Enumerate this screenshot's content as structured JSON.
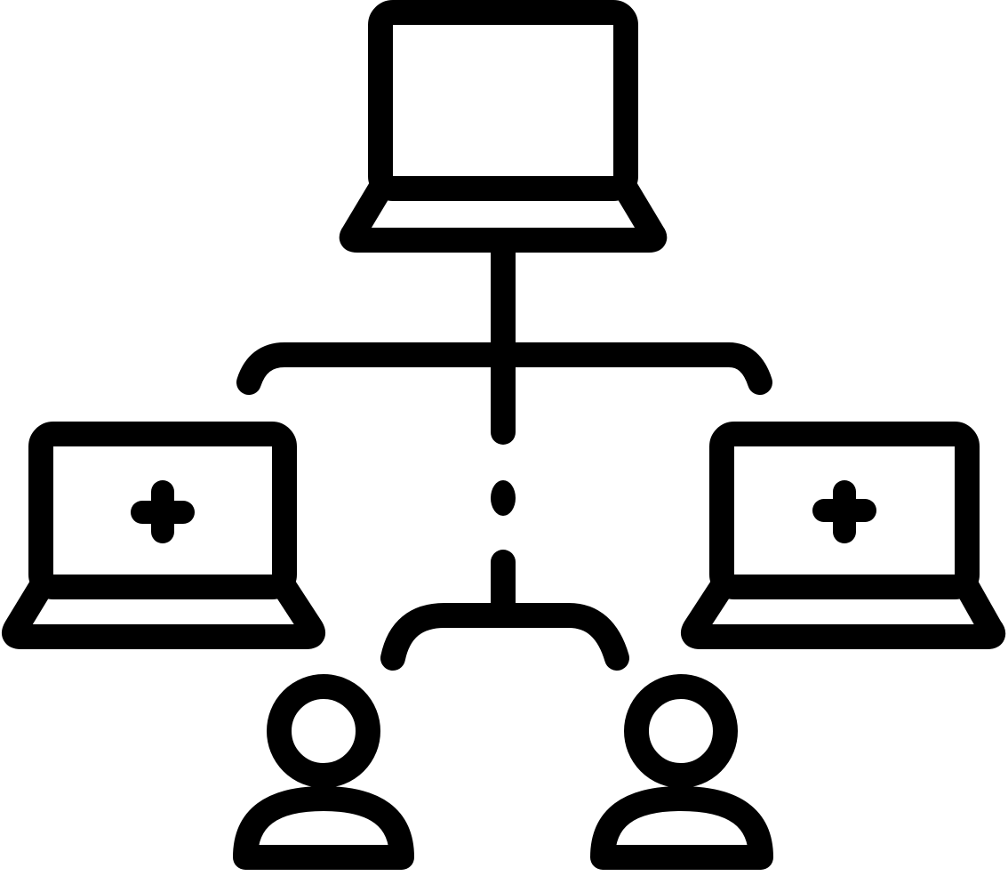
{
  "icon": {
    "name": "network-telemedicine-icon",
    "stroke_color": "#000000",
    "background": "#ffffff",
    "nodes": [
      {
        "id": "server-laptop",
        "icon": "laptop-icon"
      },
      {
        "id": "left-laptop",
        "icon": "laptop-medical-cross-icon"
      },
      {
        "id": "right-laptop",
        "icon": "laptop-medical-cross-icon"
      },
      {
        "id": "left-user",
        "icon": "user-icon"
      },
      {
        "id": "right-user",
        "icon": "user-icon"
      }
    ]
  }
}
